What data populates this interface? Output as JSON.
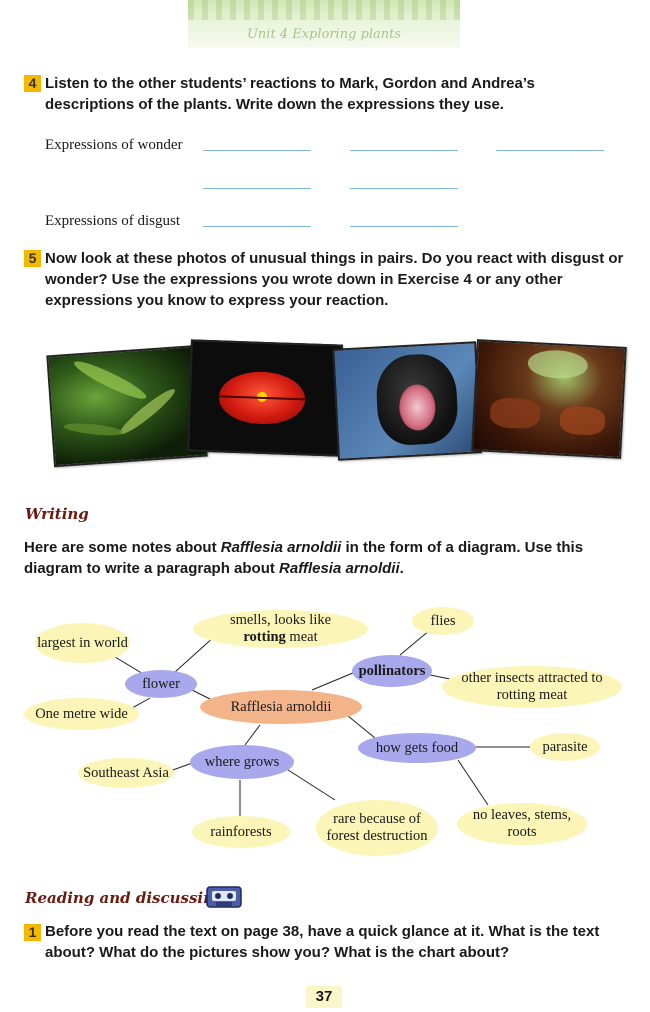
{
  "header": {
    "unit_title": "Unit 4 Exploring plants"
  },
  "exercise4": {
    "number": "4",
    "instruction": "Listen to the other students’ reactions to Mark, Gordon and Andrea’s descriptions of the plants. Write down the expressions they use.",
    "wonder_label": "Expressions of wonder",
    "disgust_label": "Expressions of disgust"
  },
  "exercise5": {
    "number": "5",
    "instruction": "Now look at these photos of unusual things in pairs. Do you react with disgust or wonder? Use the expressions you wrote down in Exercise 4 or any other expressions you know to express your reaction."
  },
  "photos": [
    "plant-leaves-photo",
    "red-lips-flower-photo",
    "gorilla-yawning-photo",
    "dark-red-plant-photo"
  ],
  "writing": {
    "heading": "Writing",
    "intro_1": "Here are some notes about ",
    "intro_2": "Rafflesia arnoldii",
    "intro_3": " in the form of a diagram. Use this diagram to write a paragraph about ",
    "intro_4": "Rafflesia arnoldii",
    "intro_5": "."
  },
  "diagram": {
    "center": "Rafflesia arnoldii",
    "flower": "flower",
    "largest": "largest in world",
    "smells_1": "smells, looks like",
    "smells_bold": "rotting",
    "smells_2": " meat",
    "one_metre": "One metre wide",
    "pollinators": "pollinators",
    "flies": "flies",
    "other_insects": "other insects attracted to rotting meat",
    "where_grows": "where grows",
    "southeast_asia": "Southeast Asia",
    "rainforests": "rainforests",
    "rare": "rare because of forest destruction",
    "how_gets_food": "how gets food",
    "parasite": "parasite",
    "no_leaves": "no leaves, stems, roots"
  },
  "reading": {
    "heading": "Reading and discussing",
    "number": "1",
    "instruction": "Before you read the text on page 38, have a quick glance at it. What is the text about? What do the pictures show you? What is the chart about?"
  },
  "page_number": "37"
}
